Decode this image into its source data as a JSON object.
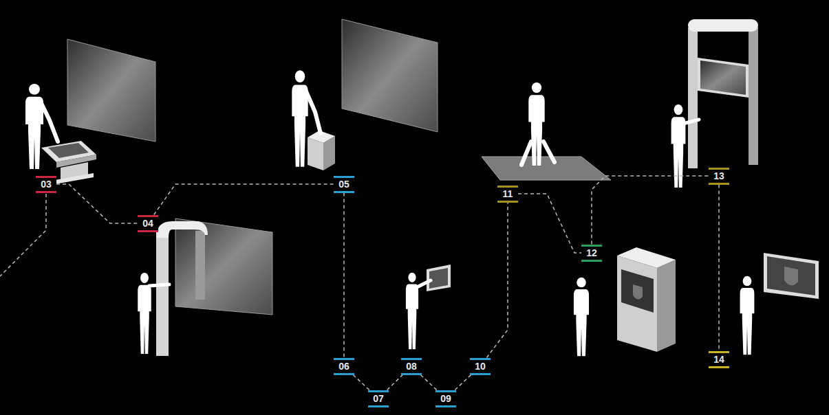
{
  "diagram": {
    "nodes": [
      {
        "text": [
          "03"
        ]
      },
      {
        "text": [
          "04"
        ]
      },
      {
        "text": [
          "05"
        ]
      },
      {
        "text": [
          "06"
        ]
      },
      {
        "text": [
          "07"
        ]
      },
      {
        "text": [
          "08"
        ]
      },
      {
        "text": [
          "09"
        ]
      },
      {
        "text": [
          "10"
        ]
      },
      {
        "text": [
          "11"
        ]
      },
      {
        "text": [
          "12"
        ]
      },
      {
        "text": [
          "13"
        ]
      },
      {
        "text": [
          "14"
        ]
      }
    ],
    "edges": [
      {
        "from": 0,
        "to": 1,
        "arrow": "none"
      },
      {
        "from": 1,
        "to": 2,
        "arrow": "none"
      },
      {
        "from": 2,
        "to": 3,
        "arrow": "none"
      },
      {
        "from": 3,
        "to": 4,
        "arrow": "none"
      },
      {
        "from": 4,
        "to": 5,
        "arrow": "none"
      },
      {
        "from": 5,
        "to": 6,
        "arrow": "none"
      },
      {
        "from": 6,
        "to": 7,
        "arrow": "none"
      },
      {
        "from": 7,
        "to": 8,
        "arrow": "none"
      },
      {
        "from": 8,
        "to": 9,
        "arrow": "none"
      },
      {
        "from": 9,
        "to": 10,
        "arrow": "none"
      },
      {
        "from": 10,
        "to": 11,
        "arrow": "none"
      }
    ]
  }
}
